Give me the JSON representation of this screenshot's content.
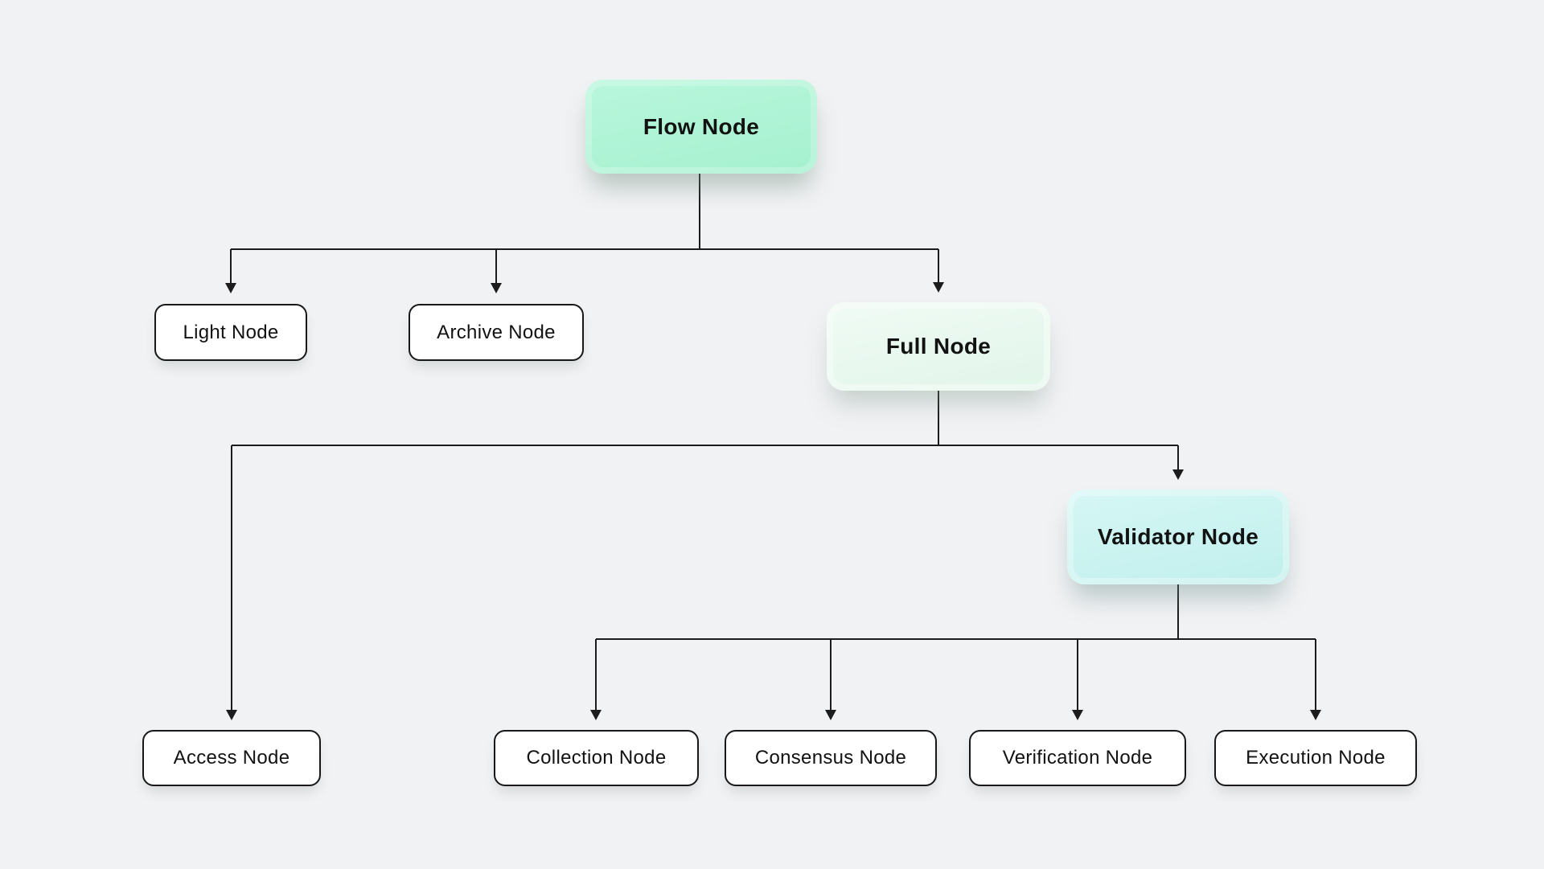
{
  "canvas": {
    "background": "#f1f2f4"
  },
  "colors": {
    "mint": "#a9f2d3",
    "pale_mint": "#e8f8ef",
    "cyan": "#c9f3f1",
    "white_box": "#ffffff",
    "box_border": "#181818",
    "line": "#1c1c1c",
    "text": "#121212"
  },
  "nodes": [
    {
      "id": "flow",
      "label": "Flow Node",
      "variant": "mint"
    },
    {
      "id": "light",
      "label": "Light Node",
      "variant": "white"
    },
    {
      "id": "archive",
      "label": "Archive Node",
      "variant": "white"
    },
    {
      "id": "full",
      "label": "Full Node",
      "variant": "pale-mint"
    },
    {
      "id": "access",
      "label": "Access Node",
      "variant": "white"
    },
    {
      "id": "validator",
      "label": "Validator Node",
      "variant": "cyan"
    },
    {
      "id": "collection",
      "label": "Collection Node",
      "variant": "white"
    },
    {
      "id": "consensus",
      "label": "Consensus Node",
      "variant": "white"
    },
    {
      "id": "verification",
      "label": "Verification Node",
      "variant": "white"
    },
    {
      "id": "execution",
      "label": "Execution Node",
      "variant": "white"
    }
  ],
  "edges": [
    {
      "from": "flow",
      "to": "light"
    },
    {
      "from": "flow",
      "to": "archive"
    },
    {
      "from": "flow",
      "to": "full"
    },
    {
      "from": "full",
      "to": "access"
    },
    {
      "from": "full",
      "to": "validator"
    },
    {
      "from": "validator",
      "to": "collection"
    },
    {
      "from": "validator",
      "to": "consensus"
    },
    {
      "from": "validator",
      "to": "verification"
    },
    {
      "from": "validator",
      "to": "execution"
    }
  ]
}
